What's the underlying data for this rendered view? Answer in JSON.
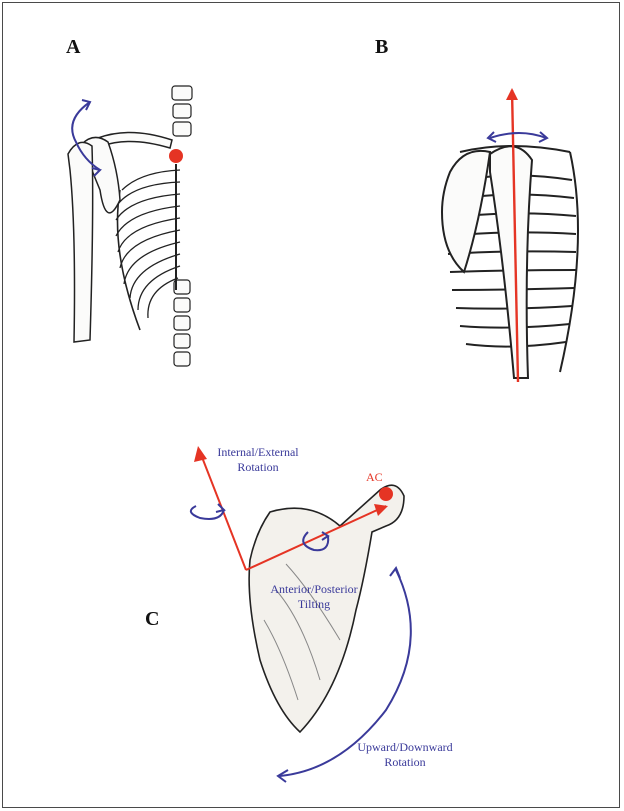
{
  "panels": {
    "a": {
      "label": "A"
    },
    "b": {
      "label": "B"
    },
    "c": {
      "label": "C",
      "annotations": {
        "rotation_axis_line1": "Internal/External",
        "rotation_axis_line2": "Rotation",
        "ac_joint": "AC",
        "tilting_line1": "Anterior/Posterior",
        "tilting_line2": "Tilting",
        "upward_line1": "Upward/Downward",
        "upward_line2": "Rotation"
      }
    }
  },
  "colors": {
    "arrow_blue": "#3a3a9a",
    "axis_red": "#e53424",
    "bone_fill": "#f3f1ec",
    "bone_stroke": "#222222",
    "frame": "#4a4a4a"
  }
}
